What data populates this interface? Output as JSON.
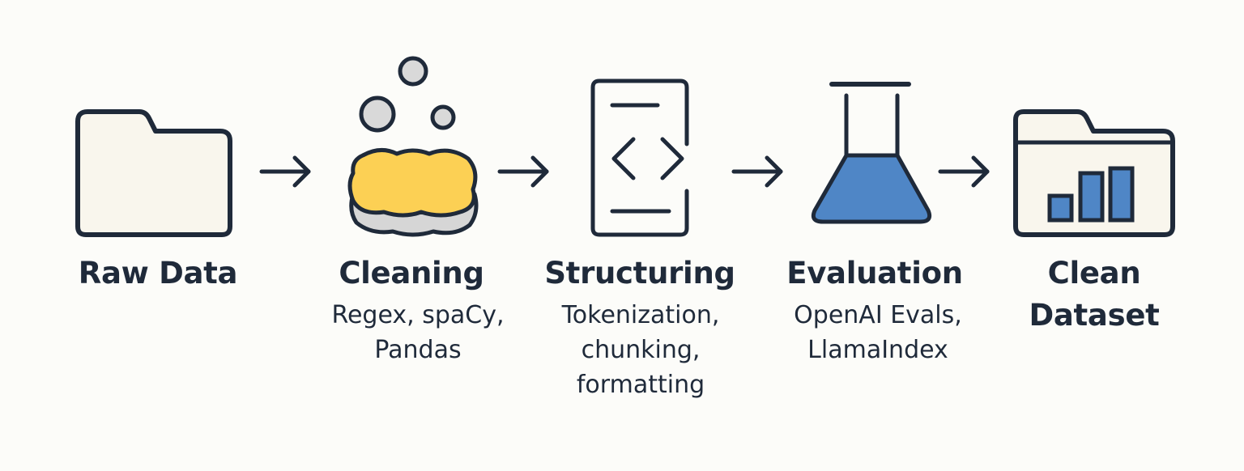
{
  "colors": {
    "background": "#fcfcf9",
    "outline": "#1f2a3a",
    "fill_light": "#f9f6ed",
    "sponge_yellow": "#fcd054",
    "sponge_base": "#d6d6d6",
    "bubble": "#d9d9d9",
    "liquid_blue": "#4f86c6"
  },
  "steps": [
    {
      "icon": "folder-icon",
      "title": [
        "Raw Data"
      ],
      "subtitle": []
    },
    {
      "icon": "sponge-icon",
      "title": [
        "Cleaning"
      ],
      "subtitle": [
        "Regex, spaCy,",
        "Pandas"
      ]
    },
    {
      "icon": "code-document-icon",
      "title": [
        "Structuring"
      ],
      "subtitle": [
        "Tokenization,",
        "chunking,",
        "formatting"
      ]
    },
    {
      "icon": "flask-icon",
      "title": [
        "Evaluation"
      ],
      "subtitle": [
        "OpenAI Evals,",
        "LlamaIndex"
      ]
    },
    {
      "icon": "folder-chart-icon",
      "title": [
        "Clean",
        "Dataset"
      ],
      "subtitle": []
    }
  ],
  "arrows": [
    "arrow-right-icon",
    "arrow-right-icon",
    "arrow-right-icon",
    "arrow-right-icon"
  ]
}
